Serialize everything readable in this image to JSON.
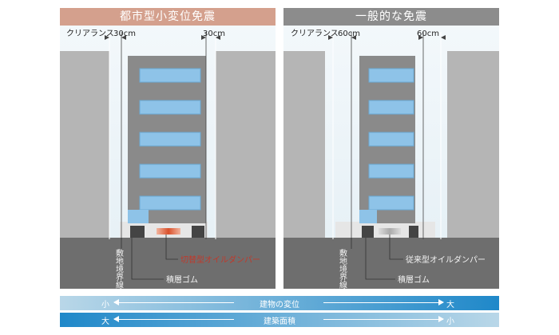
{
  "panels": [
    {
      "title": "都市型小変位免震",
      "title_color": "#d4a08d",
      "clearance_label": "クリアランス",
      "clearance_left": "30cm",
      "clearance_right": "30cm",
      "boundary_label": "敷地境界線",
      "rubber_label": "積層ゴム",
      "damper_label": "切替型オイルダンパー",
      "damper_color": "#c0392b"
    },
    {
      "title": "一般的な免震",
      "title_color": "#8c8c8c",
      "clearance_label": "クリアランス",
      "clearance_left": "60cm",
      "clearance_right": "60cm",
      "boundary_label": "敷地境界線",
      "rubber_label": "積層ゴム",
      "damper_label": "従来型オイルダンパー",
      "damper_color": "#333333"
    }
  ],
  "scales": [
    {
      "label": "建物の変位",
      "left": "小",
      "right": "大",
      "color_from": "#b9d7e8",
      "color_to": "#1f88c9"
    },
    {
      "label": "建築面積",
      "left": "大",
      "right": "小",
      "color_from": "#1f88c9",
      "color_to": "#b9d7e8"
    }
  ],
  "colors": {
    "sky": "#e8f2f7",
    "ground": "#6e6e6e",
    "neighbor": "#b5b5b5",
    "building": "#8a8a8a",
    "window": "#8ec3e8"
  }
}
